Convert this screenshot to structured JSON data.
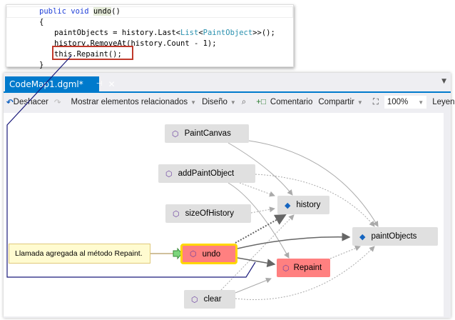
{
  "code": {
    "lines": [
      "public void undo()",
      "{",
      "paintObjects = history.Last<List<PaintObject>>();",
      "history.RemoveAt(history.Count - 1);",
      "this.Repaint();",
      "}"
    ]
  },
  "tab": {
    "title": "CodeMap1.dgml*",
    "pin_icon": "pin-icon",
    "close_icon": "close-icon"
  },
  "toolbar": {
    "undo": "Deshacer",
    "related": "Mostrar elementos relacionados",
    "layout": "Diseño",
    "comment": "Comentario",
    "share": "Compartir",
    "zoom": "100%",
    "legend": "Leyenda"
  },
  "graph": {
    "nodes": {
      "paintcanvas": "PaintCanvas",
      "addpaintobject": "addPaintObject",
      "sizeofhistory": "sizeOfHistory",
      "history": "history",
      "paintobjects": "paintObjects",
      "undo": "undo",
      "repaint": "Repaint",
      "clear": "clear"
    },
    "comment": "Llamada agregada al método Repaint.",
    "colors": {
      "highlight": "#ff8080",
      "selected_border": "#ffd700",
      "node": "#e0e0e0",
      "accent": "#007acc"
    }
  }
}
